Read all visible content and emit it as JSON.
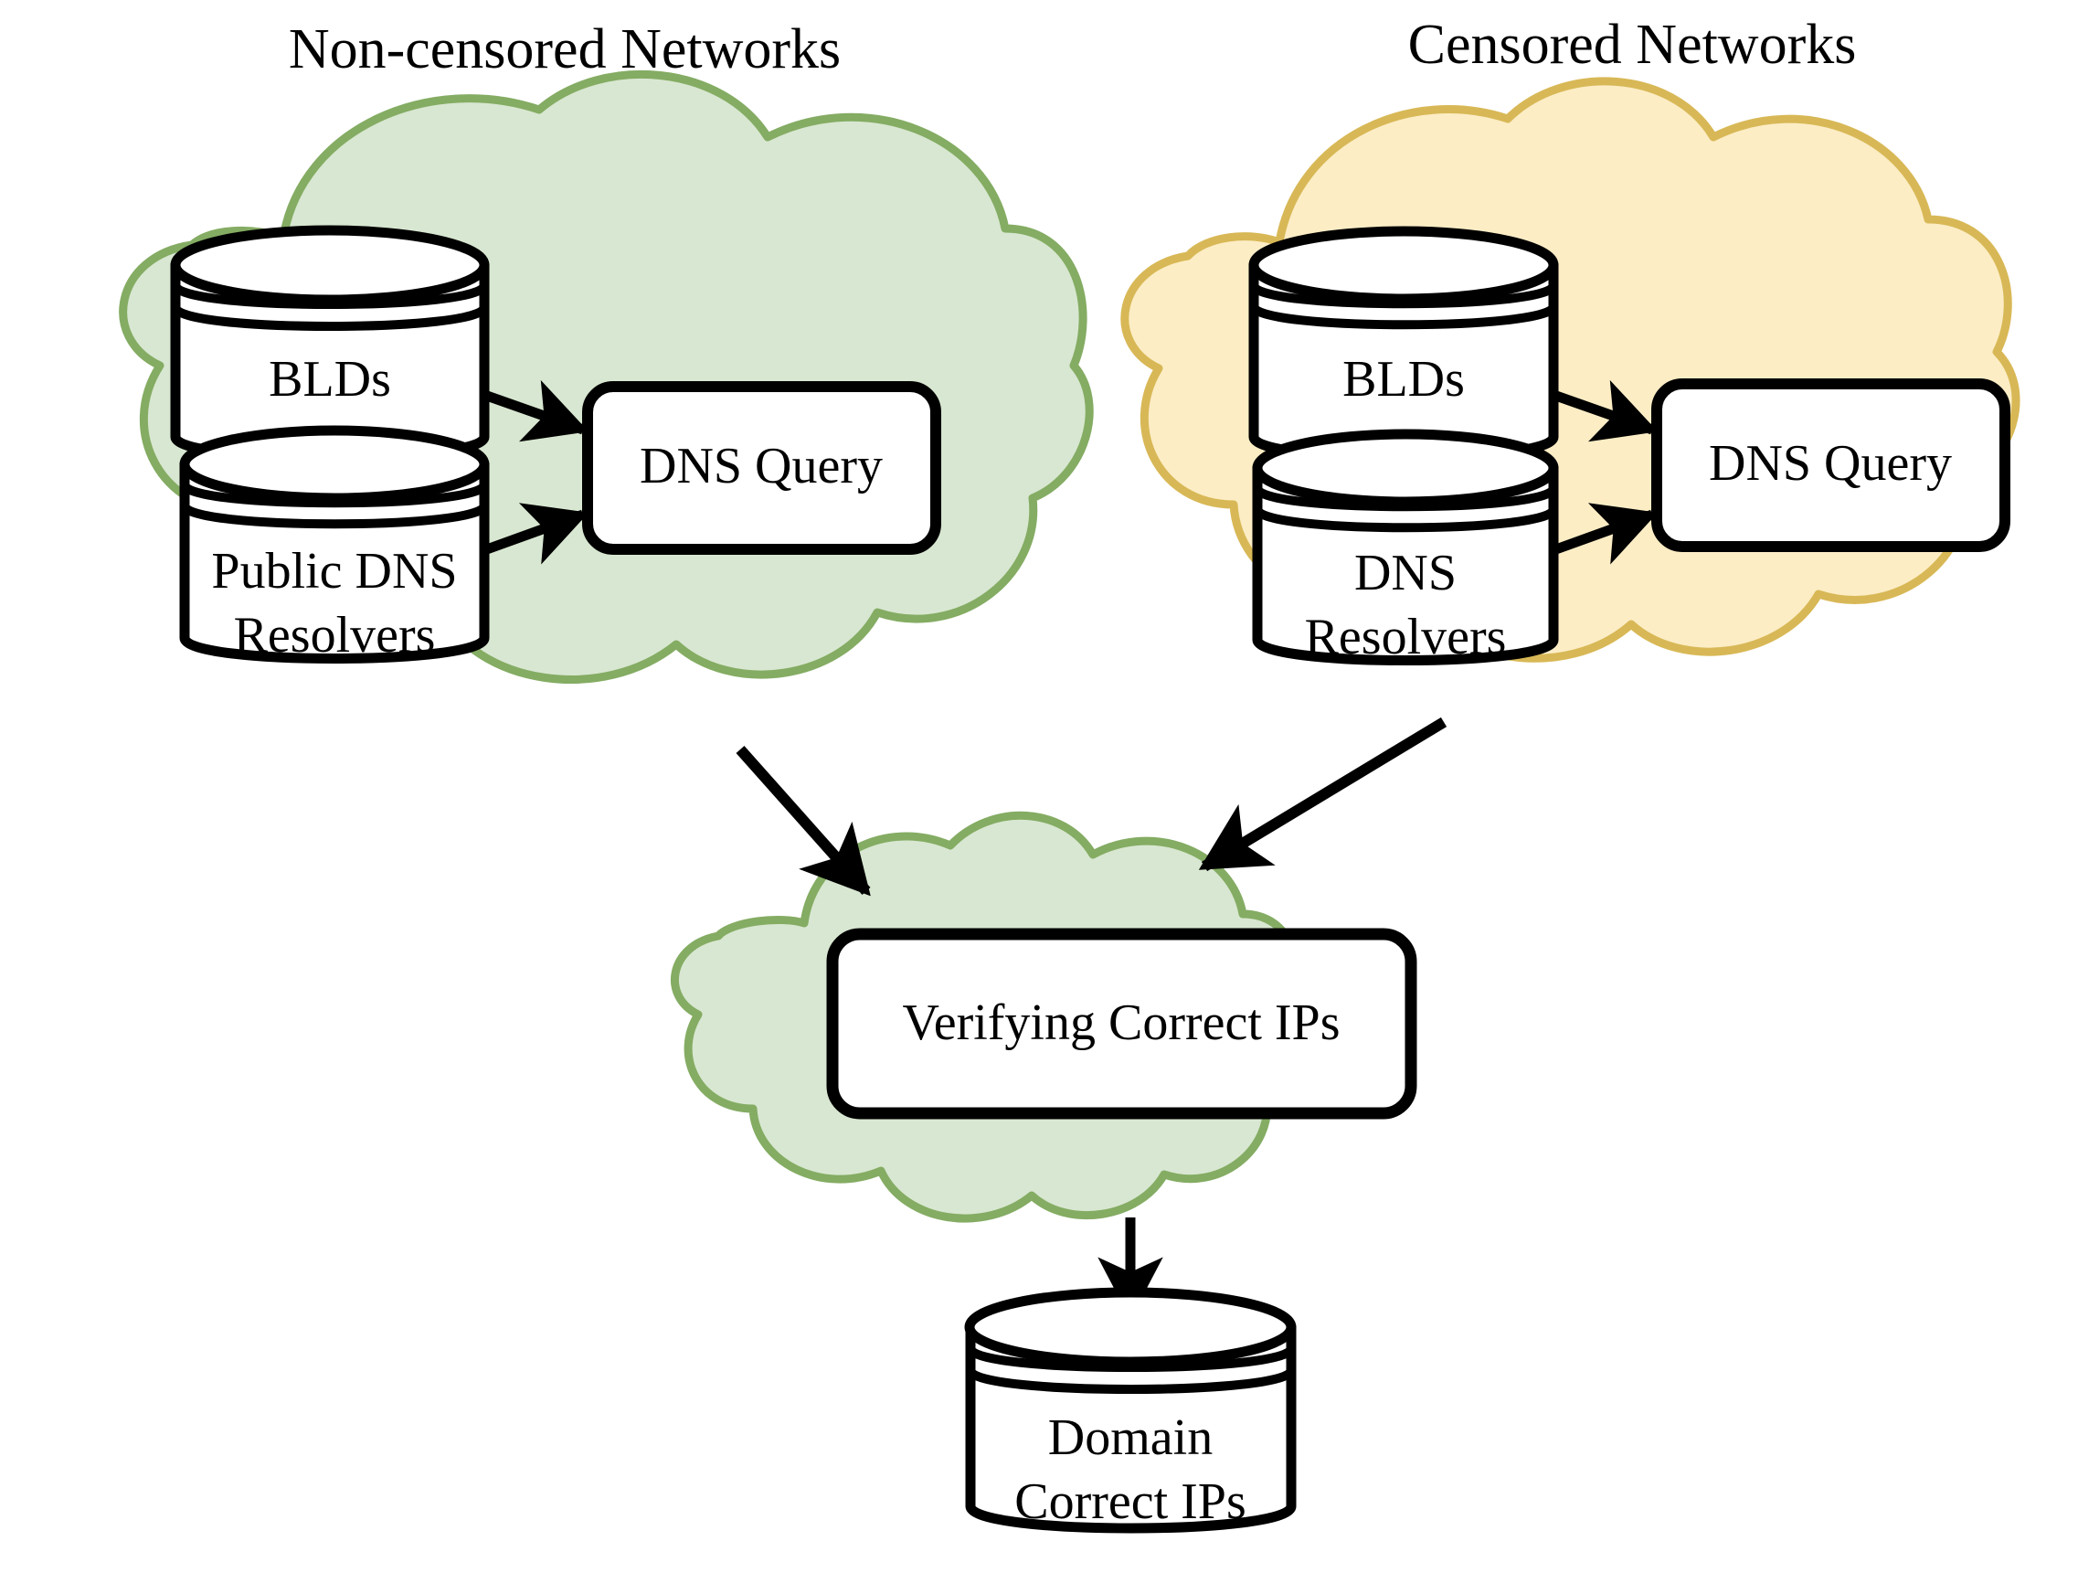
{
  "diagram": {
    "title_left": "Non-censored Networks",
    "title_right": "Censored Networks",
    "colors": {
      "green_cloud_fill": "#d8e7d1",
      "green_cloud_stroke": "#84ac63",
      "yellow_cloud_fill": "#fcedc5",
      "yellow_cloud_stroke": "#d8b856",
      "node_fill": "#ffffff",
      "node_stroke": "#000000",
      "arrow": "#000000",
      "text": "#000000",
      "background": "#ffffff"
    },
    "groups": [
      {
        "id": "non-censored-networks",
        "label": "Non-censored Networks",
        "style": "green-cloud"
      },
      {
        "id": "censored-networks",
        "label": "Censored Networks",
        "style": "yellow-cloud"
      },
      {
        "id": "verification",
        "label": "",
        "style": "green-cloud"
      }
    ],
    "nodes": [
      {
        "id": "left-blds",
        "shape": "cylinder",
        "lines": [
          "BLDs"
        ]
      },
      {
        "id": "left-resolvers",
        "shape": "cylinder",
        "lines": [
          "Public DNS",
          "Resolvers"
        ]
      },
      {
        "id": "left-dns-query",
        "shape": "rounded-rect",
        "lines": [
          "DNS Query"
        ]
      },
      {
        "id": "right-blds",
        "shape": "cylinder",
        "lines": [
          "BLDs"
        ]
      },
      {
        "id": "right-resolvers",
        "shape": "cylinder",
        "lines": [
          "DNS",
          "Resolvers"
        ]
      },
      {
        "id": "right-dns-query",
        "shape": "rounded-rect",
        "lines": [
          "DNS Query"
        ]
      },
      {
        "id": "verifying-correct-ips",
        "shape": "rounded-rect",
        "lines": [
          "Verifying Correct IPs"
        ]
      },
      {
        "id": "domain-correct-ips",
        "shape": "cylinder",
        "lines": [
          "Domain",
          "Correct IPs"
        ]
      }
    ],
    "edges": [
      {
        "from": "left-blds",
        "to": "left-dns-query"
      },
      {
        "from": "left-resolvers",
        "to": "left-dns-query"
      },
      {
        "from": "right-blds",
        "to": "right-dns-query"
      },
      {
        "from": "right-resolvers",
        "to": "right-dns-query"
      },
      {
        "from": "non-censored-networks",
        "to": "verification"
      },
      {
        "from": "censored-networks",
        "to": "verification"
      },
      {
        "from": "verifying-correct-ips",
        "to": "domain-correct-ips"
      }
    ],
    "labels": {
      "left_blds": "BLDs",
      "left_resolvers_line1": "Public DNS",
      "left_resolvers_line2": "Resolvers",
      "left_dns_query": "DNS Query",
      "right_blds": "BLDs",
      "right_resolvers_line1": "DNS",
      "right_resolvers_line2": "Resolvers",
      "right_dns_query": "DNS Query",
      "verifying": "Verifying Correct IPs",
      "domain_line1": "Domain",
      "domain_line2": "Correct IPs"
    }
  }
}
